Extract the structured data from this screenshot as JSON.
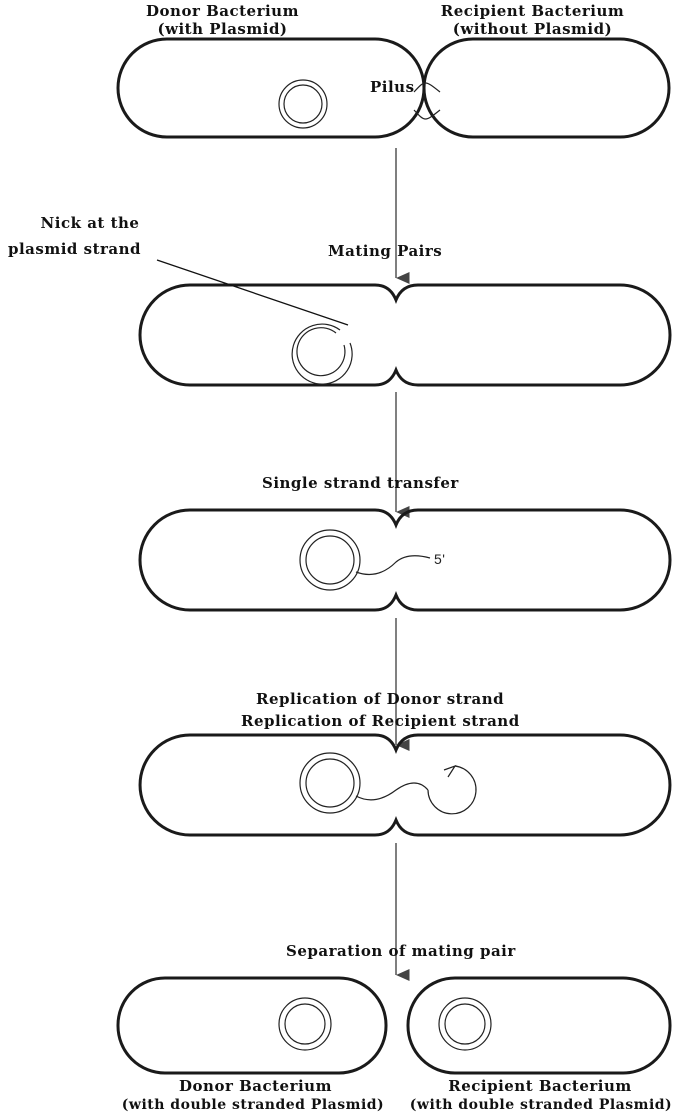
{
  "top": {
    "donor_title": "Donor Bacterium",
    "donor_sub": "(with Plasmid)",
    "recipient_title": "Recipient Bacterium",
    "recipient_sub": "(without Plasmid)",
    "pilus": "Pilus"
  },
  "step2": {
    "nick_line1": "Nick at the",
    "nick_line2": "plasmid strand",
    "mating_pairs": "Mating Pairs"
  },
  "step3": {
    "label": "Single strand transfer",
    "five_prime": "5'"
  },
  "step4": {
    "line1": "Replication of  Donor strand",
    "line2": "Replication of   Recipient strand"
  },
  "step5": {
    "label": "Separation of mating pair"
  },
  "bottom": {
    "donor_title": "Donor Bacterium",
    "donor_sub": "(with double stranded Plasmid)",
    "recipient_title": "Recipient Bacterium",
    "recipient_sub": "(with double stranded Plasmid)"
  }
}
